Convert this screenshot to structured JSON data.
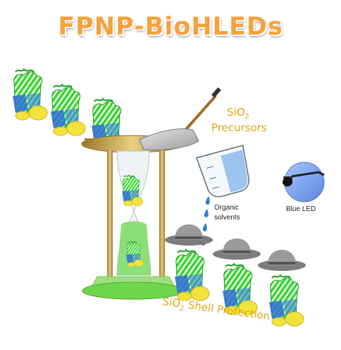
{
  "title": "FPNP-BioHLEDs",
  "labels": {
    "precursor_si": "SiO",
    "precursor_sub": "2",
    "precursor_word": "Precursors",
    "solvent_line1": "Organic",
    "solvent_line2": "solvents",
    "led": "Blue LED",
    "shell_si": "SiO",
    "shell_sub": "2",
    "shell_word": " Shell Protection"
  },
  "colors": {
    "title": "#f6a23a",
    "accent_gold": "#e3a40d",
    "protein_green": "#2fd12f",
    "protein_blue": "#2f6fd6",
    "protein_yellow": "#f2e23c",
    "hourglass_gold": "#c9a24a",
    "sand_green": "#7fdc6a",
    "droplet_blue": "#2d7fd2",
    "led_blue": "#6f9ff2",
    "hat_gray": "#8e8e8e"
  },
  "icons": [
    "protein-icon",
    "hourglass-icon",
    "shovel-icon",
    "beaker-icon",
    "droplet-icon",
    "blue-led-icon",
    "hat-icon"
  ]
}
